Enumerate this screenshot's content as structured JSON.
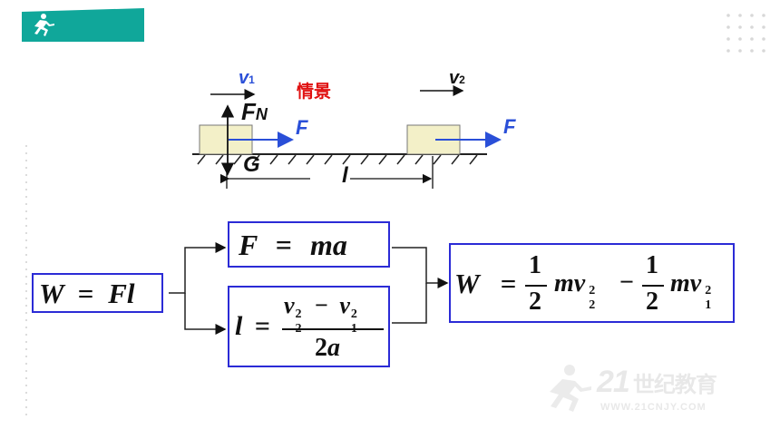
{
  "scene": {
    "title": "情景",
    "v1_label": "v",
    "v1_sub": "1",
    "v2_label": "v",
    "v2_sub": "2",
    "normal_force_label": "F",
    "normal_force_sub": "N",
    "force_label_1": "F",
    "force_label_2": "F",
    "gravity_label": "G",
    "distance_label": "l"
  },
  "formulas": {
    "work": {
      "lhs": "W",
      "eq": "=",
      "rhs": "Fl"
    },
    "newton": {
      "lhs": "F",
      "eq": "=",
      "rhs": "ma"
    },
    "distance": {
      "lhs": "l",
      "eq": "=",
      "num_a": "v",
      "num_a_sup": "2",
      "num_a_sub": "2",
      "minus": "−",
      "num_b": "v",
      "num_b_sup": "2",
      "num_b_sub": "1",
      "den": "2",
      "den_var": "a"
    },
    "result": {
      "lhs": "W",
      "eq": "=",
      "frac1_num": "1",
      "frac1_den": "2",
      "term1": "mv",
      "term1_sup": "2",
      "term1_sub": "2",
      "minus": "−",
      "frac2_num": "1",
      "frac2_den": "2",
      "term2": "mv",
      "term2_sup": "2",
      "term2_sub": "1"
    }
  },
  "colors": {
    "badge": "#10a79a",
    "box_border": "#2b2bd6",
    "force_blue": "#2a4fd8",
    "title_red": "#e01010",
    "block_fill": "#f3f0c8"
  },
  "watermark": {
    "text_cn": "世纪教育",
    "text_num": "21",
    "url_text": "WWW.21CNJY.COM"
  }
}
